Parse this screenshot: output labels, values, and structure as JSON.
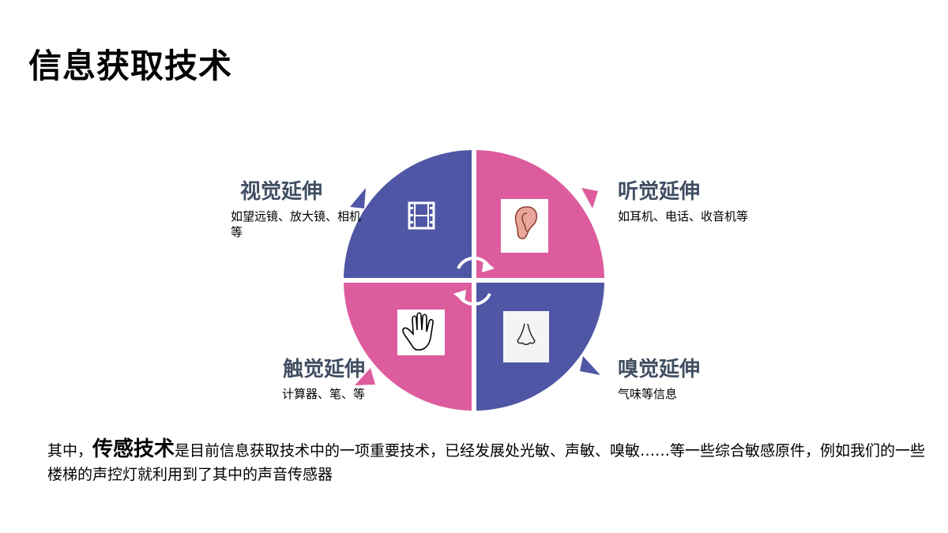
{
  "title": "信息获取技术",
  "quadrants": {
    "vision": {
      "title": "视觉延伸",
      "desc": "如望远镜、放大镜、相机等",
      "icon": "film-icon"
    },
    "hearing": {
      "title": "听觉延伸",
      "desc": "如耳机、电话、收音机等",
      "icon": "ear-icon"
    },
    "touch": {
      "title": "触觉延伸",
      "desc": "计算器、笔、等",
      "icon": "hand-icon"
    },
    "smell": {
      "title": "嗅觉延伸",
      "desc": "气味等信息",
      "icon": "nose-icon"
    }
  },
  "colors": {
    "blue": "#4f56a5",
    "pink": "#dd5c9d"
  },
  "paragraph": {
    "prefix": "其中，",
    "emphasis": "传感技术",
    "rest": "是目前信息获取技术中的一项重要技术，已经发展处光敏、声敏、嗅敏……等一些综合敏感原件，例如我们的一些楼梯的声控灯就利用到了其中的声音传感器"
  }
}
